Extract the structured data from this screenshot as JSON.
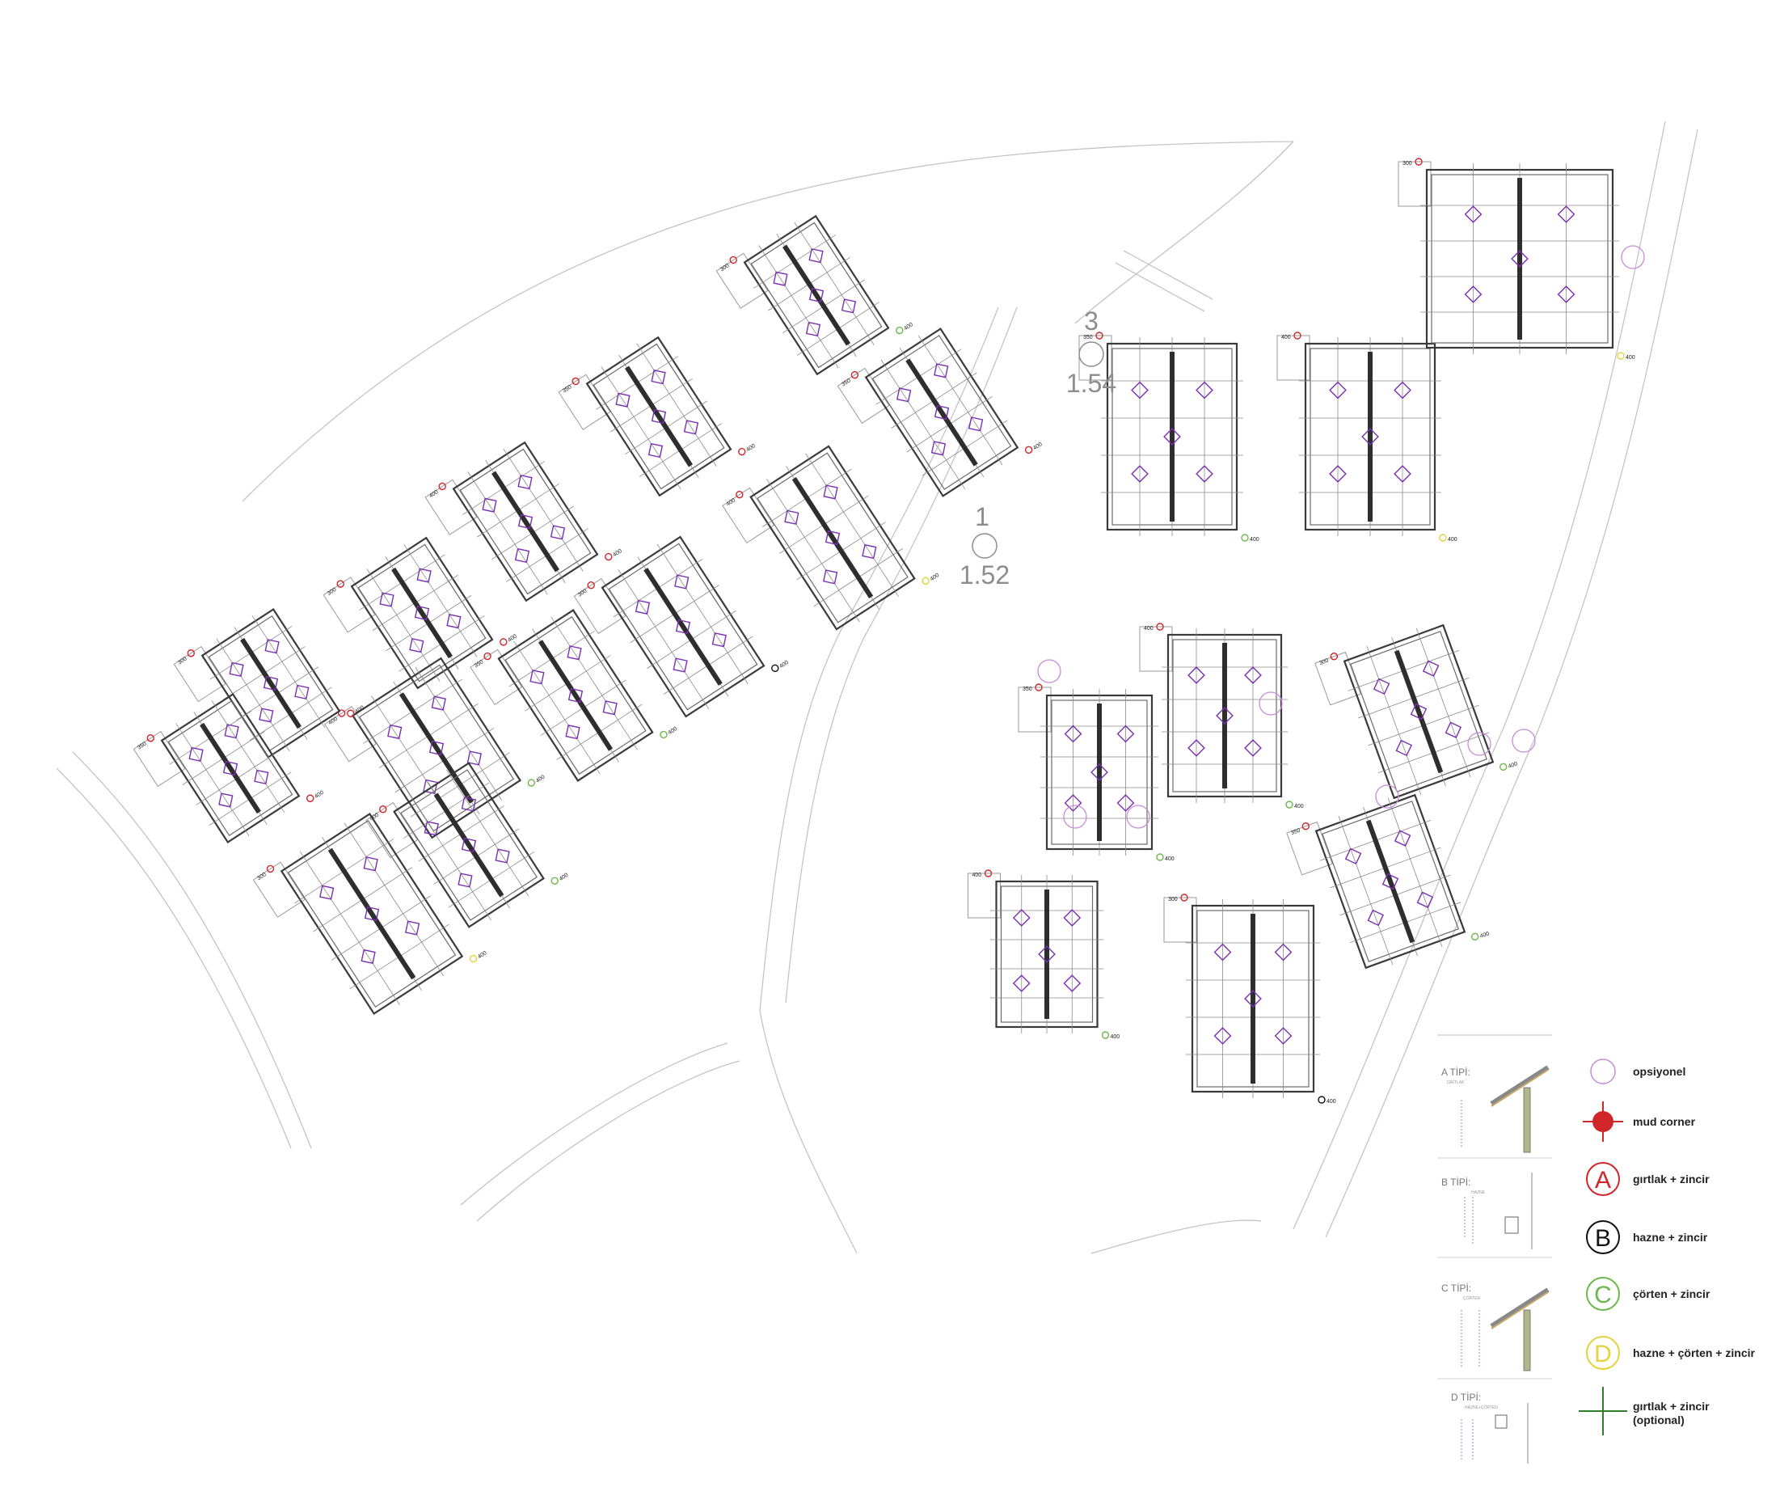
{
  "level_markers": [
    {
      "id": "marker-1",
      "number": "1",
      "elevation": "1.52"
    },
    {
      "id": "marker-3",
      "number": "3",
      "elevation": "1.54"
    }
  ],
  "dimension_labels": [
    "300",
    "350",
    "400"
  ],
  "legend": {
    "items": [
      {
        "key": "optional",
        "symbol": "circle-purple",
        "label": "opsiyonel"
      },
      {
        "key": "mud-corner",
        "symbol": "cross-red",
        "label": "mud corner"
      },
      {
        "key": "A",
        "symbol": "letter",
        "letter": "A",
        "color": "#d0262a",
        "label": "gırtlak + zincir"
      },
      {
        "key": "B",
        "symbol": "letter",
        "letter": "B",
        "color": "#111111",
        "label": "hazne + zincir"
      },
      {
        "key": "C",
        "symbol": "letter",
        "letter": "C",
        "color": "#6db84a",
        "label": "çörten + zincir"
      },
      {
        "key": "D",
        "symbol": "letter",
        "letter": "D",
        "color": "#e4d33c",
        "label": "hazne + çörten + zincir"
      },
      {
        "key": "plus",
        "symbol": "cross-green",
        "label": "gırtlak + zincir\n(optional)"
      }
    ],
    "details": [
      {
        "title": "A TİPİ:",
        "sub": "GIRTLAK"
      },
      {
        "title": "B TİPİ:",
        "sub": "HAZNE"
      },
      {
        "title": "C TİPİ:",
        "sub": "ÇÖRTEN"
      },
      {
        "title": "D TİPİ:",
        "sub": "HAZNE+ÇÖRTEN"
      }
    ]
  },
  "colors": {
    "optional_circle": "#c68bd8",
    "mud_corner": "#d0262a",
    "A": "#d0262a",
    "B": "#111111",
    "C": "#6db84a",
    "D": "#e4d33c",
    "plus": "#2f7d2a",
    "furniture": "#7a2fb0"
  }
}
